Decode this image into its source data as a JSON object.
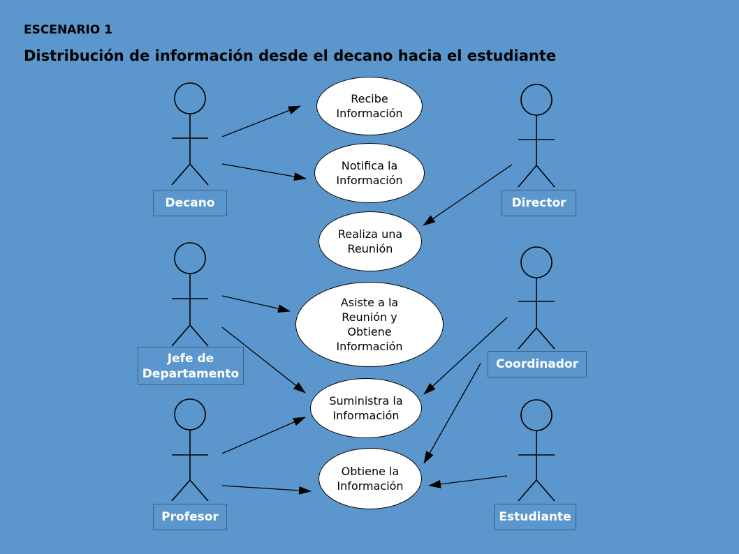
{
  "header": {
    "scenario": "ESCENARIO 1",
    "title": "Distribución de información desde el decano hacia el estudiante"
  },
  "actors": {
    "decano": "Decano",
    "director": "Director",
    "jefe": "Jefe de Departamento",
    "coordinador": "Coordinador",
    "profesor": "Profesor",
    "estudiante": "Estudiante"
  },
  "use_cases": {
    "recibe": "Recibe Información",
    "notifica": "Notifica la Información",
    "realiza": "Realiza una Reunión",
    "asiste": "Asiste a la Reunión y Obtiene Información",
    "suministra": "Suministra la Información",
    "obtiene": "Obtiene la Información"
  },
  "colors": {
    "background": "#5b96cc",
    "actor_label": "#ffffff",
    "use_case_fill": "#ffffff",
    "lines": "#000000"
  }
}
